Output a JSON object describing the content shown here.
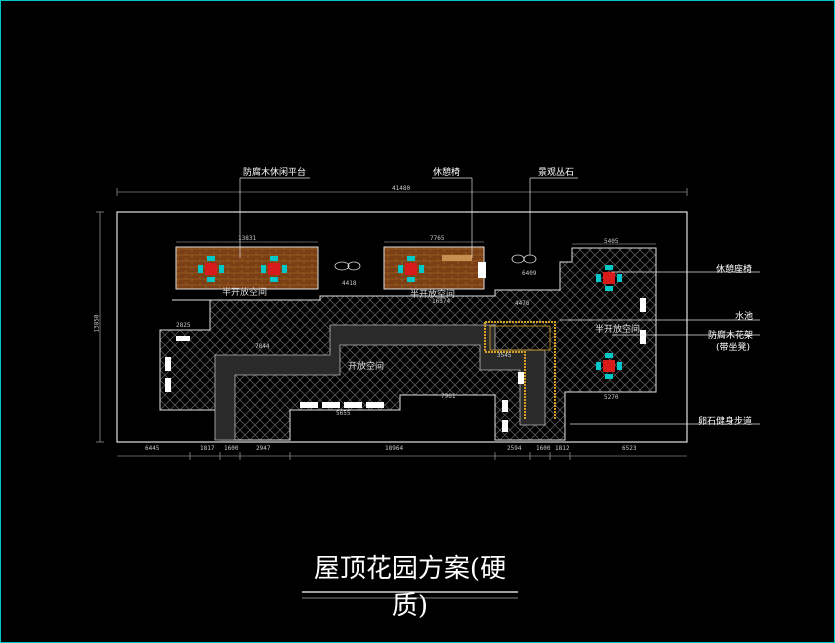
{
  "title": "屋顶花园方案(硬质)",
  "callouts": {
    "deck_platform": "防腐木休闲平台",
    "pergola": "休憩椅",
    "rockery": "景观丛石",
    "rest_bench": "休憩座椅",
    "pool": "水池",
    "planter": "防腐木花架",
    "planter_sub": "(带坐凳)",
    "stone_path": "卵石健身步道"
  },
  "areas": {
    "semi_open_left": "半开放空间",
    "semi_open_mid": "半开放空间",
    "semi_open_right": "半开放空间",
    "open_space": "开放空间"
  },
  "dims": {
    "overall_top": "41480",
    "left_total": "13850",
    "deck_left": "13831",
    "deck_mid": "7765",
    "right_top": "5405",
    "bottom_1": "6445",
    "bottom_2": "1817",
    "bottom_3": "1600",
    "bottom_4": "2947",
    "bottom_5": "18964",
    "bottom_6": "2594",
    "bottom_7": "1600",
    "bottom_8": "1812",
    "bottom_9": "6523",
    "mid_a": "4418",
    "mid_b": "6409",
    "mid_c": "16374",
    "mid_d": "4476",
    "mid_e": "7844",
    "mid_f": "2825",
    "mid_g": "3545",
    "mid_h": "7961",
    "mid_i": "5655",
    "mid_j": "5270"
  },
  "colors": {
    "frame": "#00c8c8",
    "deck": "#8b4a1a",
    "table": "#d81a1a",
    "chair": "#00c8c8",
    "paving": "#555555",
    "gold": "#d8a020"
  }
}
